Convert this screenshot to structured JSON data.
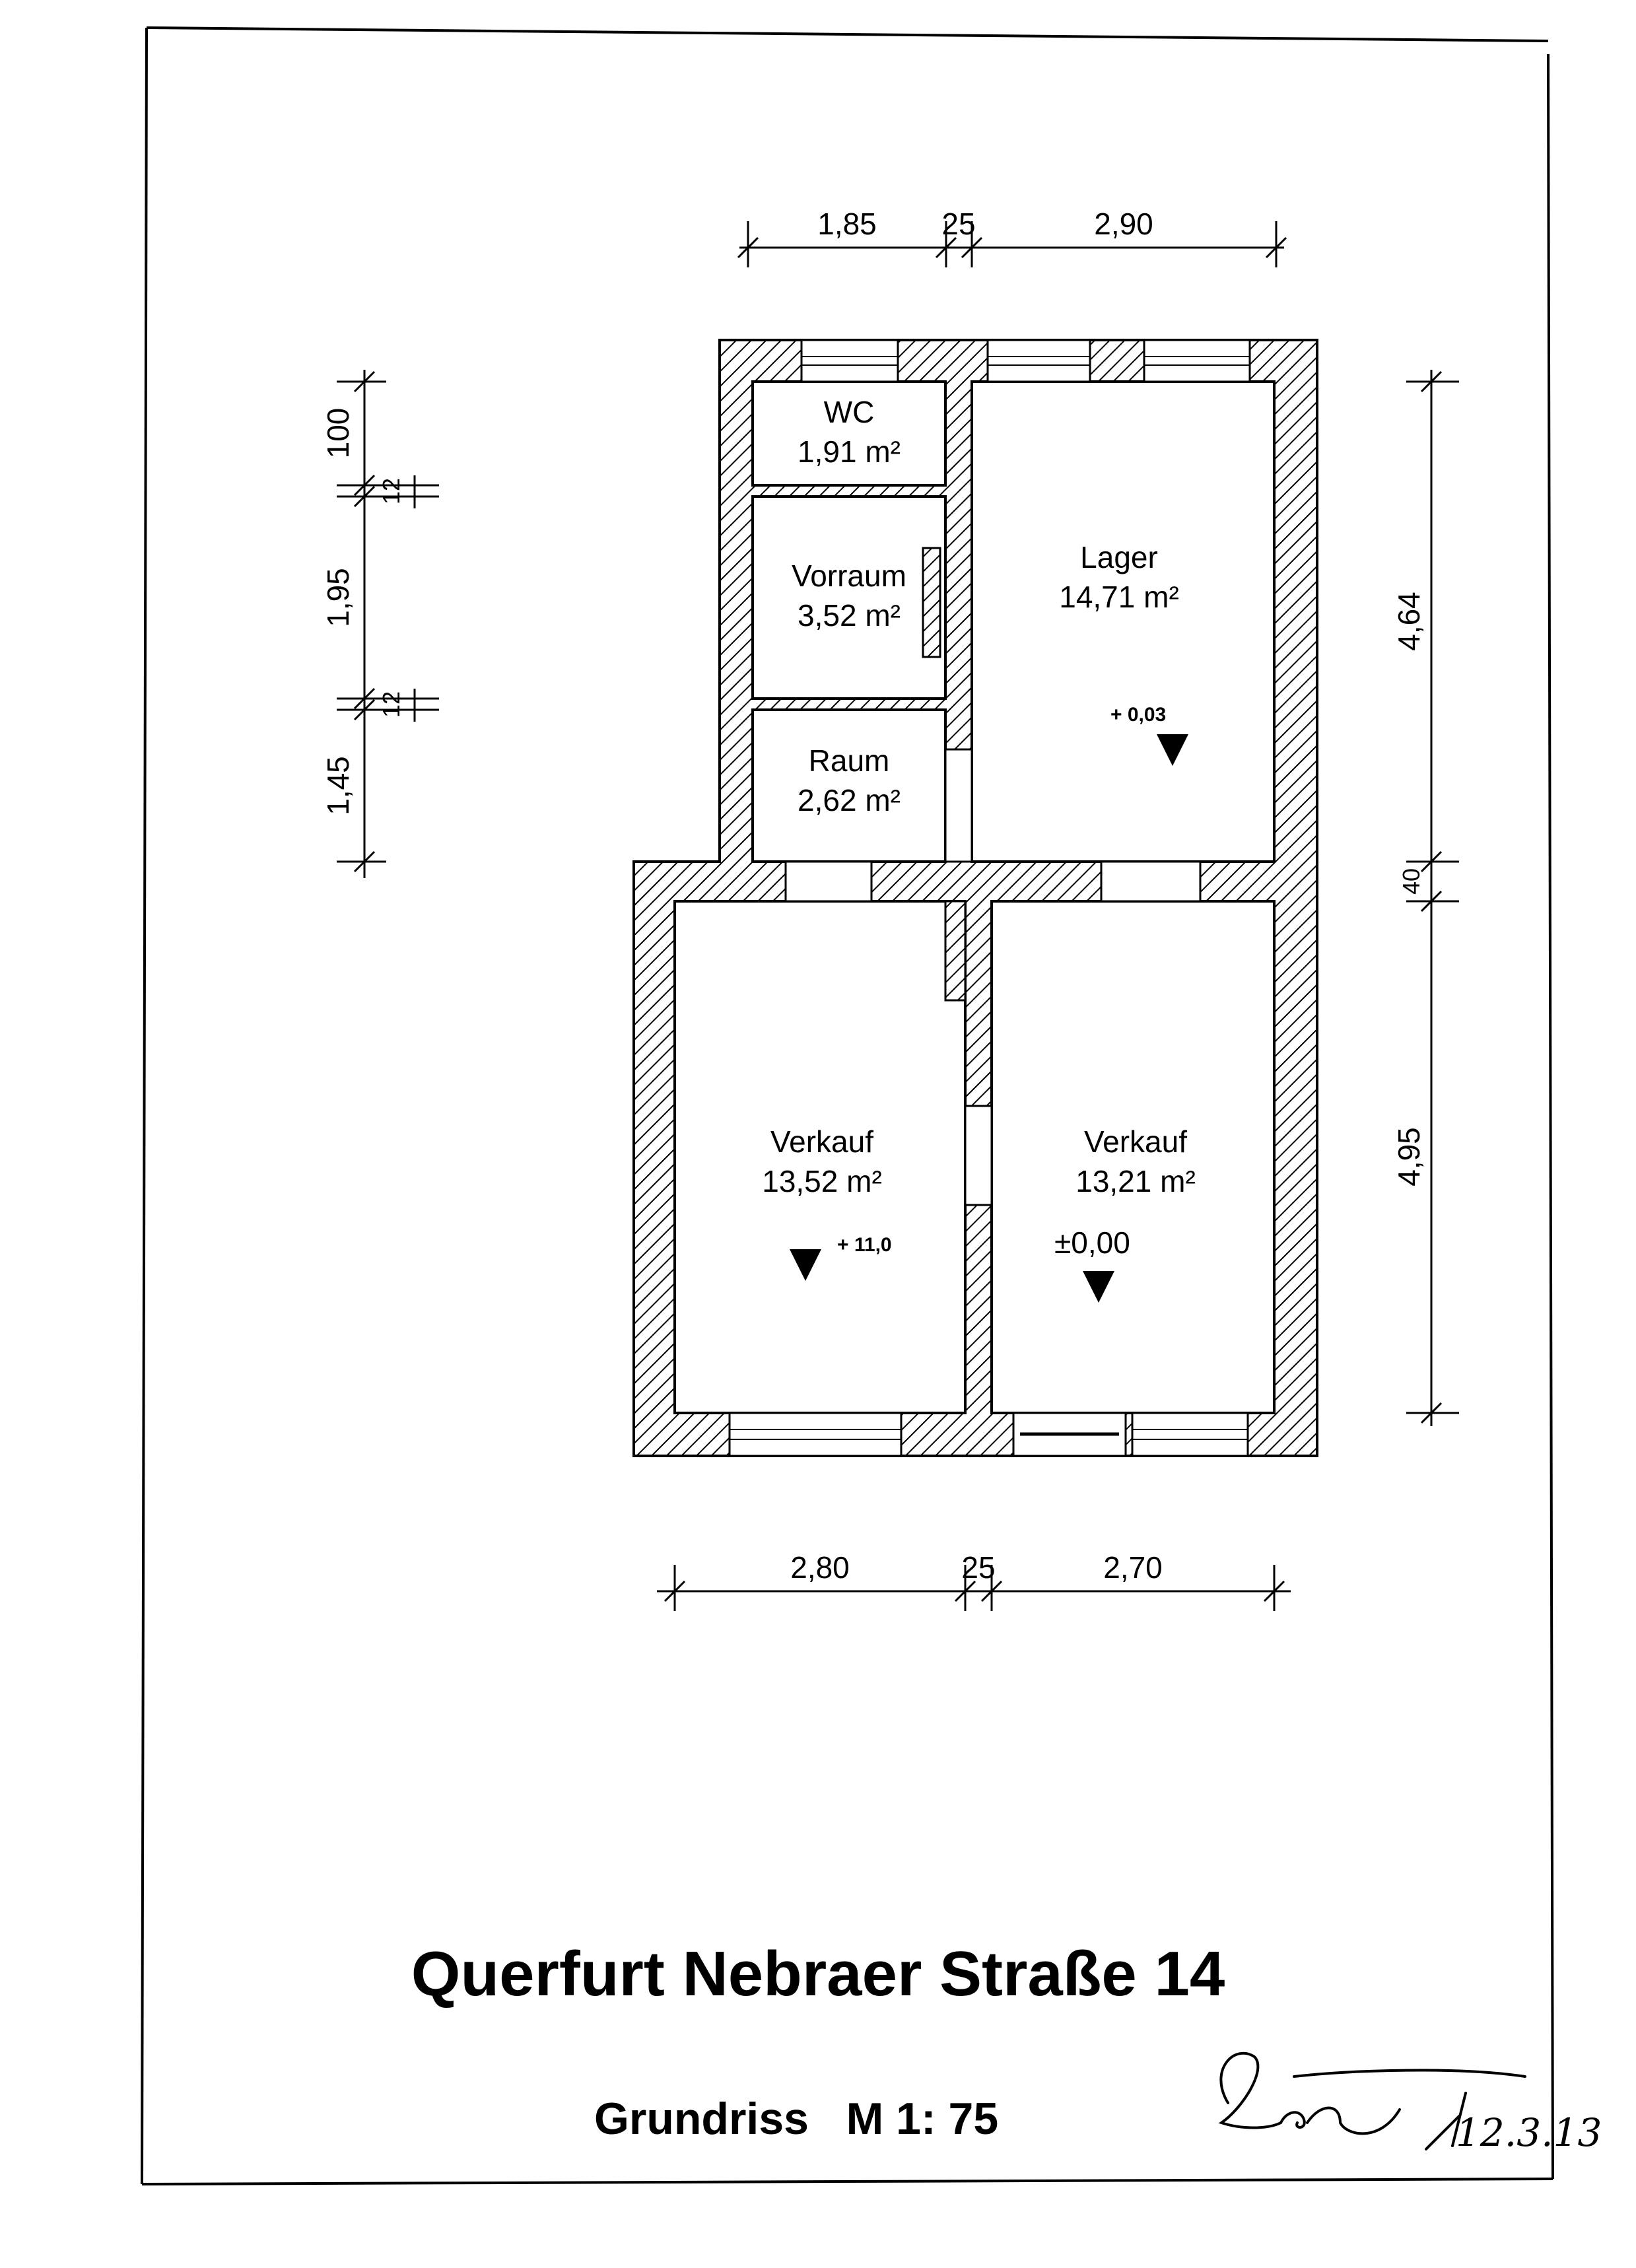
{
  "title": "Querfurt  Nebraer Straße 14",
  "subtitle": "Grundriss   M 1: 75",
  "rooms": [
    {
      "id": "wc",
      "name": "WC",
      "area": "1,91 m²"
    },
    {
      "id": "vorraum",
      "name": "Vorraum",
      "area": "3,52 m²"
    },
    {
      "id": "raum",
      "name": "Raum",
      "area": "2,62 m²"
    },
    {
      "id": "lager",
      "name": "Lager",
      "area": "14,71 m²"
    },
    {
      "id": "verkauf-left",
      "name": "Verkauf",
      "area": "13,52 m²"
    },
    {
      "id": "verkauf-right",
      "name": "Verkauf",
      "area": "13,21 m²"
    }
  ],
  "levels": {
    "lager": "+ 0,03",
    "verkauf_left": "+ 11,0",
    "verkauf_right": "±0,00"
  },
  "dimensions": {
    "top": [
      "1,85",
      "25",
      "2,90"
    ],
    "bottom": [
      "2,80",
      "25",
      "2,70"
    ],
    "left": [
      "100",
      "12",
      "1,95",
      "12",
      "1,45"
    ],
    "right": [
      "4,64",
      "40",
      "4,95"
    ]
  },
  "signature": {
    "date": "12.3.13"
  },
  "colors": {
    "ink": "#000000",
    "paper": "#ffffff"
  }
}
